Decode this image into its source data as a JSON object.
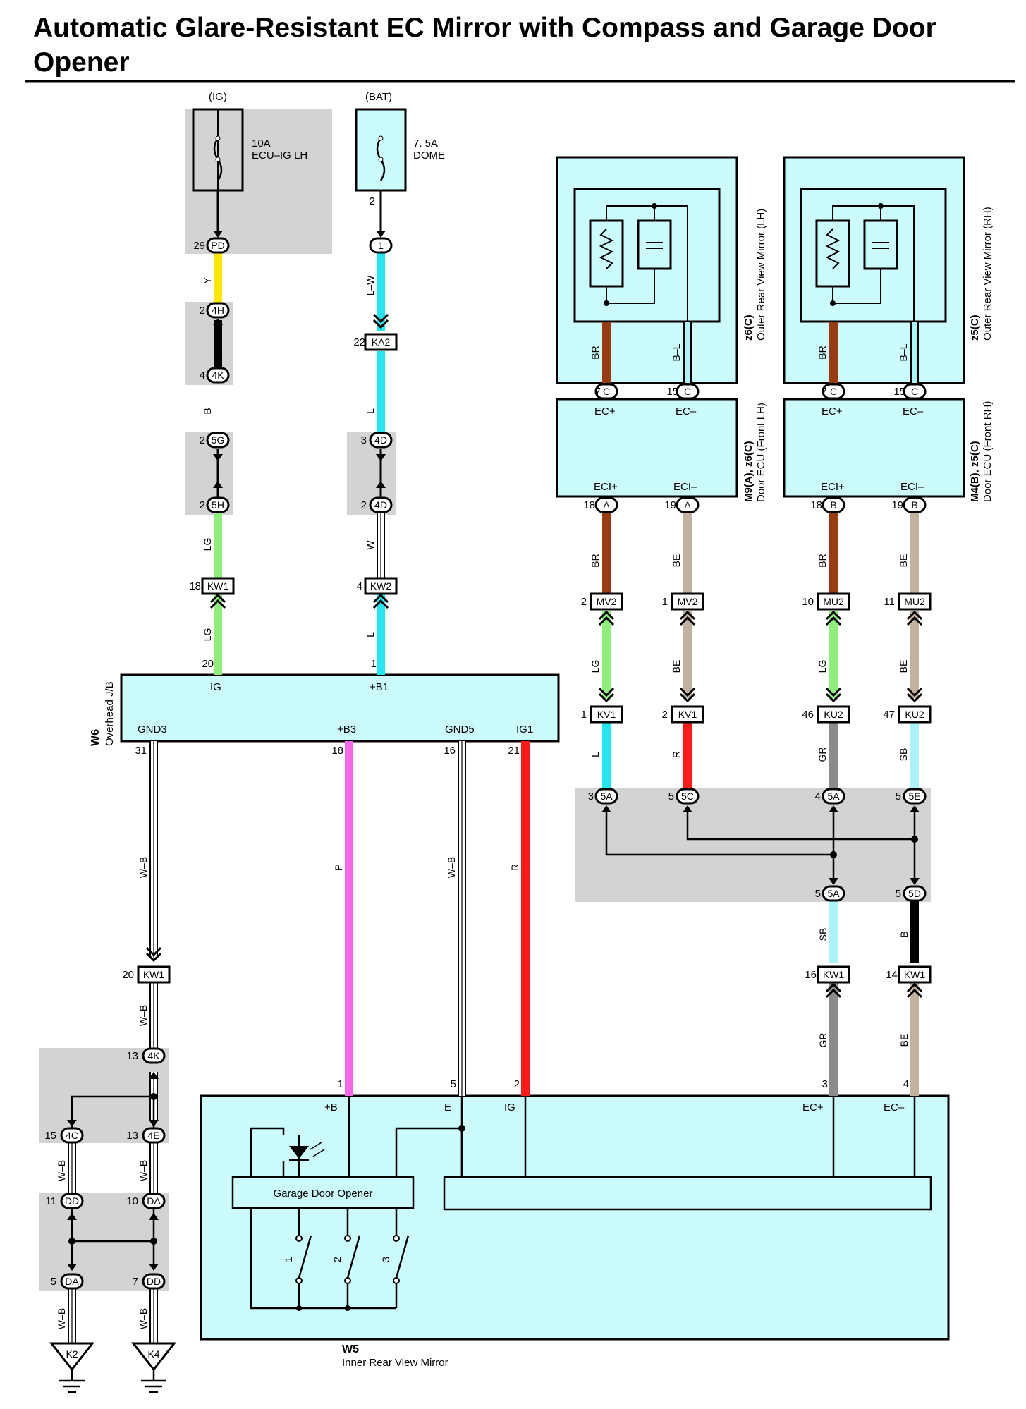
{
  "title": {
    "line1": "Automatic Glare-Resistant EC Mirror with Compass and Garage Door",
    "line2": "Opener"
  },
  "colors": {
    "Y": "#ffe600",
    "B": "#000000",
    "LG": "#8ef07a",
    "L": "#22e6f0",
    "L-W": "#22e6f0",
    "W": "#ffffff",
    "BR": "#9a3a12",
    "BE": "#c2b19e",
    "R": "#ff1a1a",
    "P": "#ff66ee",
    "GR": "#8c8c8c",
    "SB": "#aaf3fb",
    "W-B": "#ffffff",
    "B-L": "#aaf3fb",
    "box": "#ccfbfb",
    "shade": "#d3d3d3"
  },
  "fuses": {
    "ig": {
      "supply": "(IG)",
      "rating": "10A",
      "name": "ECU–IG LH"
    },
    "bat": {
      "supply": "(BAT)",
      "rating": "7. 5A",
      "name": "DOME"
    }
  },
  "components": {
    "overhead_jb": {
      "code": "W6",
      "name": "Overhead J/B"
    },
    "outer_mirror_lh": {
      "code": "z6(C)",
      "name": "Outer Rear View Mirror (LH)"
    },
    "outer_mirror_rh": {
      "code": "z5(C)",
      "name": "Outer Rear View Mirror (RH)"
    },
    "door_ecu_lh": {
      "code": "M9(A), z6(C)",
      "name": "Door ECU (Front LH)"
    },
    "door_ecu_rh": {
      "code": "M4(B), z5(C)",
      "name": "Door ECU (Front RH)"
    },
    "inner_mirror": {
      "code": "W5",
      "name": "Inner Rear View Mirror"
    },
    "garage": {
      "name": "Garage Door Opener"
    }
  },
  "terminals": {
    "jb_ig": "IG",
    "jb_b1": "+B1",
    "jb_gnd3": "GND3",
    "jb_b3": "+B3",
    "jb_gnd5": "GND5",
    "jb_ig1": "IG1",
    "ec_plus": "EC+",
    "ec_minus": "EC–",
    "eci_plus": "ECI+",
    "eci_minus": "ECI–",
    "m_b": "+B",
    "m_e": "E",
    "m_ig": "IG",
    "m_ecp": "EC+",
    "m_ecm": "EC–"
  },
  "connectors": {
    "PD": "PD",
    "c1": "1",
    "4H": "4H",
    "4K": "4K",
    "5G": "5G",
    "5H": "5H",
    "4D": "4D",
    "KA2": "KA2",
    "KW1": "KW1",
    "KW2": "KW2",
    "C": "C",
    "A": "A",
    "B": "B",
    "MV2": "MV2",
    "MU2": "MU2",
    "KV1": "KV1",
    "KU2": "KU2",
    "5A": "5A",
    "5C": "5C",
    "5E": "5E",
    "5D": "5D",
    "4C": "4C",
    "4E": "4E",
    "DD": "DD",
    "DA": "DA",
    "K2": "K2",
    "K4": "K4"
  },
  "pins": {
    "p29": "29",
    "p2": "2",
    "p4": "4",
    "p3": "3",
    "p22": "22",
    "p18": "18",
    "p20": "20",
    "p1": "1",
    "p31": "31",
    "p16": "16",
    "p21": "21",
    "p7": "7",
    "p15": "15",
    "p19": "19",
    "p10": "10",
    "p11": "11",
    "p46": "46",
    "p47": "47",
    "p5": "5",
    "p14": "14",
    "p13": "13"
  },
  "wire_codes": {
    "Y": "Y",
    "B": "B",
    "LG": "LG",
    "L": "L",
    "L-W": "L–W",
    "W": "W",
    "BR": "BR",
    "BE": "BE",
    "R": "R",
    "P": "P",
    "GR": "GR",
    "SB": "SB",
    "W-B": "W–B",
    "B-L": "B–L"
  },
  "switches": [
    "1",
    "2",
    "3"
  ]
}
